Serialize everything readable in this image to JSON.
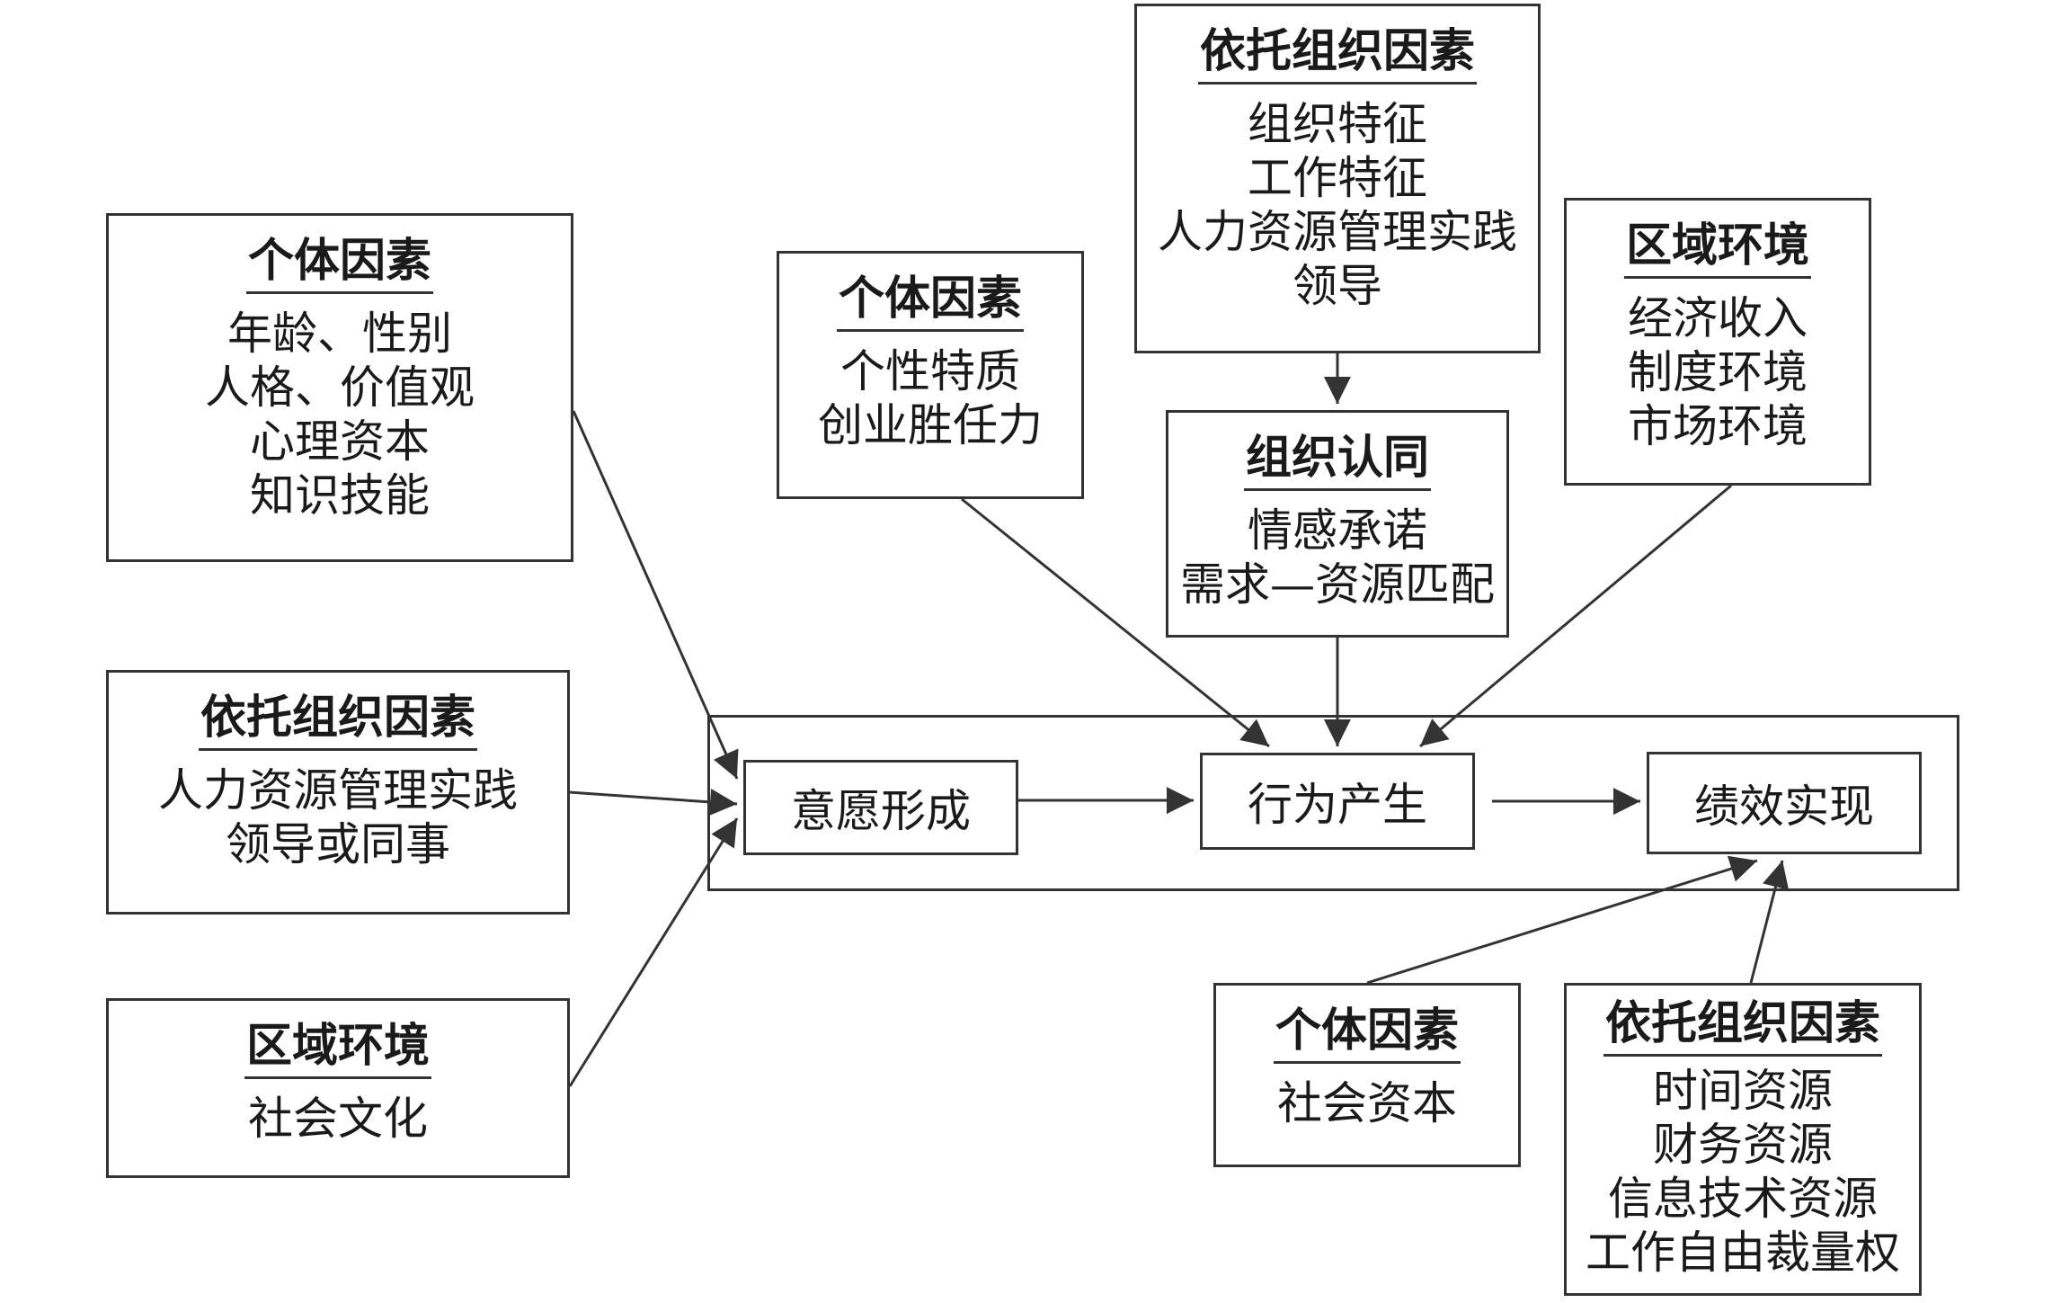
{
  "left_individual": {
    "title": "个体因素",
    "items": [
      "年龄、性别",
      "人格、价值观",
      "心理资本",
      "知识技能"
    ]
  },
  "left_org": {
    "title": "依托组织因素",
    "items": [
      "人力资源管理实践",
      "领导或同事"
    ]
  },
  "left_region": {
    "title": "区域环境",
    "items": [
      "社会文化"
    ]
  },
  "top_individual": {
    "title": "个体因素",
    "items": [
      "个性特质",
      "创业胜任力"
    ]
  },
  "top_org": {
    "title": "依托组织因素",
    "items": [
      "组织特征",
      "工作特征",
      "人力资源管理实践",
      "领导"
    ]
  },
  "org_identity": {
    "title": "组织认同",
    "items": [
      "情感承诺",
      "需求—资源匹配"
    ]
  },
  "top_region": {
    "title": "区域环境",
    "items": [
      "经济收入",
      "制度环境",
      "市场环境"
    ]
  },
  "bottom_individual": {
    "title": "个体因素",
    "items": [
      "社会资本"
    ]
  },
  "bottom_org": {
    "title": "依托组织因素",
    "items": [
      "时间资源",
      "财务资源",
      "信息技术资源",
      "工作自由裁量权"
    ]
  },
  "stages": {
    "intention": "意愿形成",
    "behavior": "行为产生",
    "performance": "绩效实现"
  },
  "colors": {
    "line": "#333333",
    "text": "#1a1a1a",
    "background": "#ffffff"
  }
}
